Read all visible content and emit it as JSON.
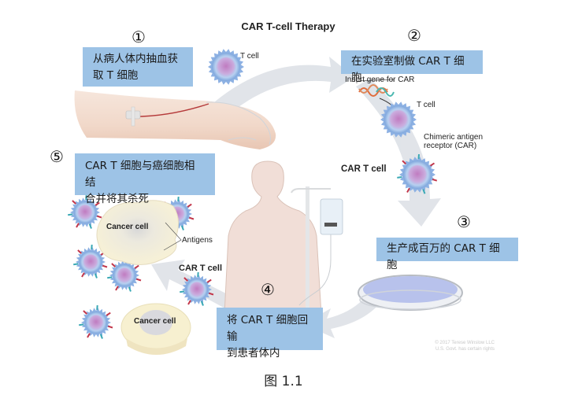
{
  "figure": {
    "title": "CAR T-cell Therapy",
    "caption": "图 1.1",
    "copyright": [
      "© 2017 Terese Winslow LLC",
      "U.S. Govt. has certain rights"
    ]
  },
  "steps": [
    {
      "number": "①",
      "text": [
        "从病人体内抽血获",
        "取 T 细胞"
      ]
    },
    {
      "number": "②",
      "text": [
        "在实验室制做 CAR T 细胞"
      ]
    },
    {
      "number": "③",
      "text": [
        "生产成百万的 CAR T 细胞"
      ]
    },
    {
      "number": "④",
      "text": [
        "将 CAR T 细胞回输",
        "到患者体内"
      ]
    },
    {
      "number": "⑤",
      "text": [
        "CAR T 细胞与癌细胞相结",
        "合并将其杀死"
      ]
    }
  ],
  "labels": {
    "t_cell_1": "T cell",
    "insert_gene": "Insert gene for CAR",
    "t_cell_2": "T cell",
    "chimeric_1": "Chimeric antigen",
    "chimeric_2": "receptor (CAR)",
    "car_t_cell_1": "CAR T cell",
    "cancer_cell_1": "Cancer cell",
    "antigens": "Antigens",
    "car_t_cell_2": "CAR T cell",
    "cancer_cell_2": "Cancer cell"
  },
  "colors": {
    "step_box": "#9dc3e6",
    "arrow": "#dde1e6",
    "t_cell": "#a9c6ec",
    "nucleus": "#c8a7da",
    "skin": "#f0dcd3",
    "cancer_cell": "#f6f0d6"
  }
}
